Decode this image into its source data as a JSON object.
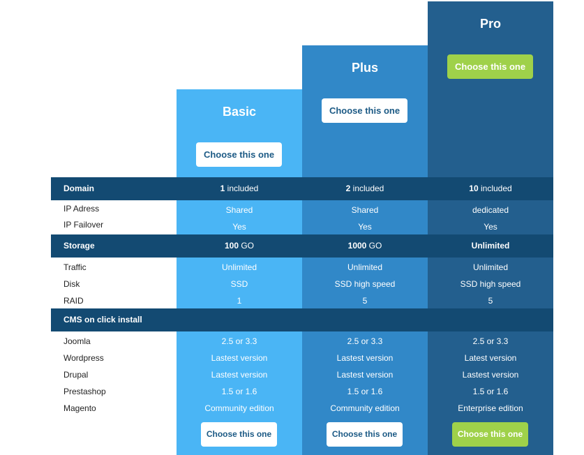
{
  "plans": [
    {
      "name": "Basic",
      "button": "Choose this one"
    },
    {
      "name": "Plus",
      "button": "Choose this one"
    },
    {
      "name": "Pro",
      "button": "Choose this one"
    }
  ],
  "domain": {
    "label": "Domain",
    "values": [
      {
        "num": "1",
        "unit": " included"
      },
      {
        "num": "2",
        "unit": " included"
      },
      {
        "num": "10",
        "unit": " included"
      }
    ]
  },
  "ip_adress": {
    "label": "IP Adress",
    "values": [
      "Shared",
      "Shared",
      "dedicated"
    ]
  },
  "ip_failover": {
    "label": "IP Failover",
    "values": [
      "Yes",
      "Yes",
      "Yes"
    ]
  },
  "storage": {
    "label": "Storage",
    "values": [
      {
        "num": "100",
        "unit": " GO"
      },
      {
        "num": "1000",
        "unit": " GO"
      },
      {
        "num": "Unlimited",
        "unit": ""
      }
    ]
  },
  "traffic": {
    "label": "Traffic",
    "values": [
      "Unlimited",
      "Unlimited",
      "Unlimited"
    ]
  },
  "disk": {
    "label": "Disk",
    "values": [
      "SSD",
      "SSD high speed",
      "SSD high speed"
    ]
  },
  "raid": {
    "label": "RAID",
    "values": [
      "1",
      "5",
      "5"
    ]
  },
  "cms": {
    "label": "CMS on click install"
  },
  "joomla": {
    "label": "Joomla",
    "values": [
      "2.5 or 3.3",
      "2.5 or 3.3",
      "2.5 or 3.3"
    ]
  },
  "wordpress": {
    "label": "Wordpress",
    "values": [
      "Lastest version",
      "Lastest version",
      "Latest version"
    ]
  },
  "drupal": {
    "label": "Drupal",
    "values": [
      "Lastest version",
      "Lastest version",
      "Lastest version"
    ]
  },
  "prestashop": {
    "label": "Prestashop",
    "values": [
      "1.5 or 1.6",
      "1.5 or 1.6",
      "1.5 or 1.6"
    ]
  },
  "magento": {
    "label": "Magento",
    "values": [
      "Community edition",
      "Community edition",
      "Enterprise edition"
    ]
  },
  "colors": {
    "basic": "#4ab5f5",
    "plus": "#3188c8",
    "pro": "#235f8e",
    "section": "#134a72",
    "green": "#9fd14a"
  }
}
